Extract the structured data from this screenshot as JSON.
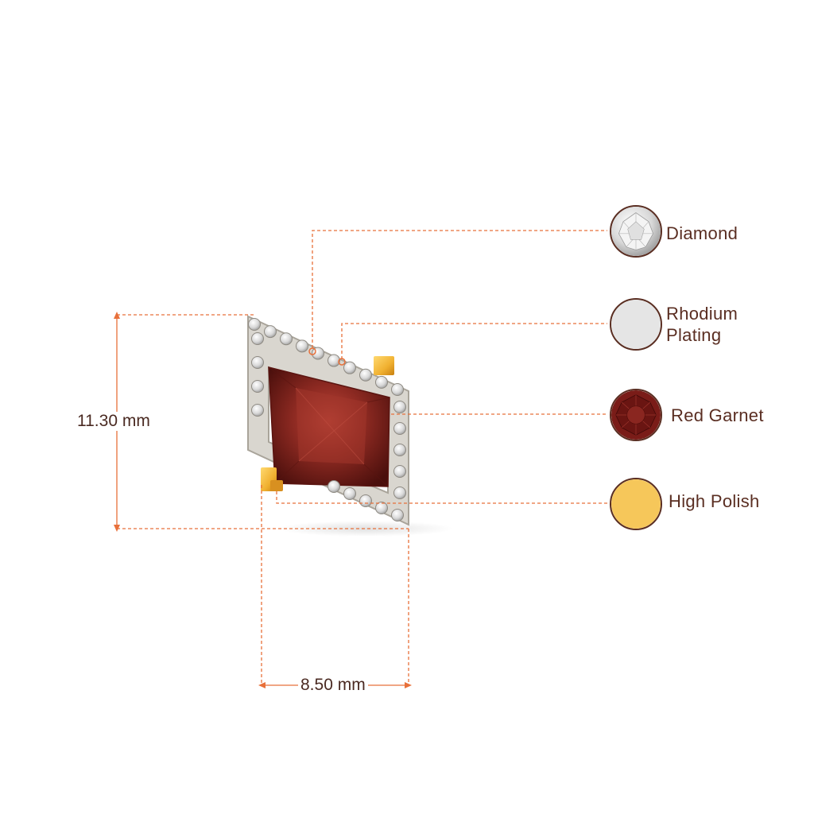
{
  "dimensions": {
    "height_label": "11.30 mm",
    "width_label": "8.50 mm"
  },
  "materials": [
    {
      "id": "diamond",
      "label": "Diamond",
      "swatch_color": "#e8e8e8"
    },
    {
      "id": "rhodium",
      "label_line1": "Rhodium",
      "label_line2": "Plating",
      "swatch_color": "#e5e5e5"
    },
    {
      "id": "red-garnet",
      "label": "Red Garnet",
      "swatch_color": "#7a1c18"
    },
    {
      "id": "high-polish",
      "label": "High Polish",
      "swatch_color": "#f6c75a"
    }
  ],
  "colors": {
    "leader_line": "#e8703a",
    "label_text": "#5a2e22",
    "garnet": "#8e2a22",
    "gold": "#f0b93a",
    "white_gold": "#d9d6cf"
  }
}
